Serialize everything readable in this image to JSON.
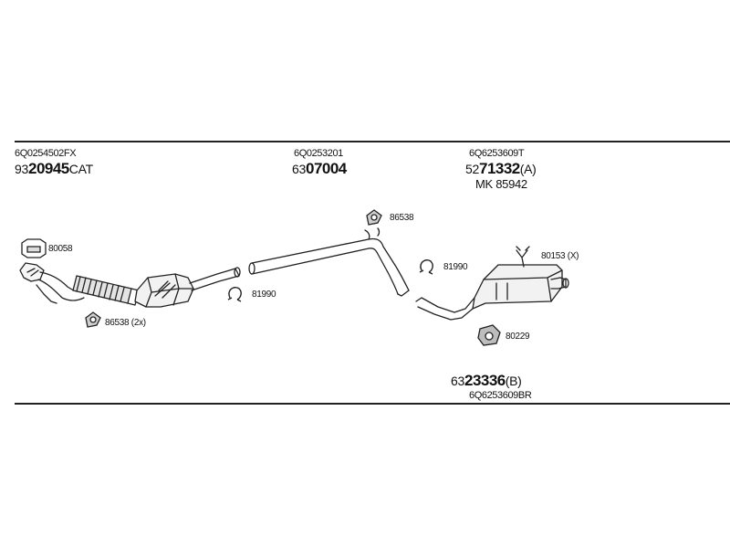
{
  "left_group": {
    "oe_number": "6Q0254502FX",
    "part_prefix": "93",
    "part_main": "20945",
    "part_suffix": "CAT"
  },
  "middle_group": {
    "oe_number": "6Q0253201",
    "part_prefix": "63",
    "part_main": "07004"
  },
  "right_group": {
    "oe_number": "6Q6253609T",
    "part_prefix": "52",
    "part_main": "71332",
    "part_suffix": "(A)",
    "kit_label": "MK 85942"
  },
  "bottom_group": {
    "part_prefix": "63",
    "part_main": "23336",
    "part_suffix": "(B)",
    "oe_number": "6Q6253609BR"
  },
  "callouts": {
    "bracket_left": "80058",
    "gasket_left": "86538 (2x)",
    "clamp_left": "81990",
    "gasket_middle": "86538",
    "clamp_right": "81990",
    "hanger": "80153 (X)",
    "rubber_mount": "80229"
  }
}
